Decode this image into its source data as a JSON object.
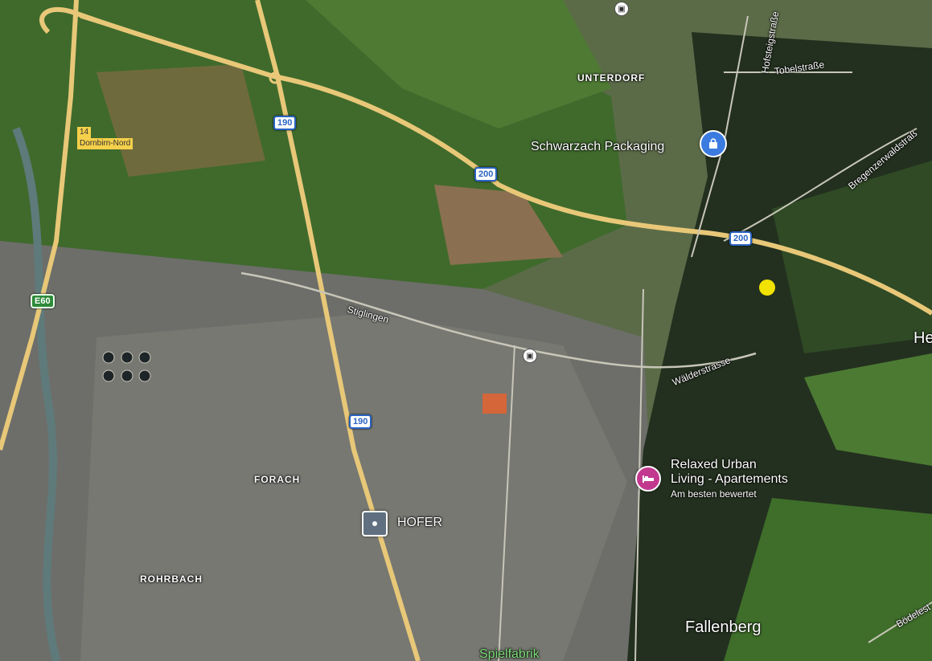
{
  "map": {
    "roads": [
      {
        "id": "190-top",
        "label": "190"
      },
      {
        "id": "190-mid",
        "label": "190"
      },
      {
        "id": "200-a",
        "label": "200"
      },
      {
        "id": "200-b",
        "label": "200"
      },
      {
        "id": "e60",
        "label": "E60"
      }
    ],
    "exit": {
      "number": "14",
      "name": "Dornbirn-Nord"
    },
    "areas": {
      "unterdorf": "UNTERDORF",
      "forach": "FORACH",
      "rohrbach": "ROHRBACH",
      "fallenberg": "Fallenberg",
      "he": "He"
    },
    "streets": {
      "stiglingen": "Stiglingen",
      "waelderstrasse": "Wälderstrasse",
      "hofsteigstrasse": "Hofsteigstraße",
      "tobelstrasse": "Tobelstraße",
      "bregenzerwaldstrasse": "Bregenzerwaldstraß",
      "boedele": "Bödelest"
    },
    "pois": {
      "schwarzach": {
        "name": "Schwarzach Packaging",
        "icon": "shopping-bag-icon",
        "color": "#3b7be0"
      },
      "relaxed": {
        "name_line1": "Relaxed Urban",
        "name_line2": "Living - Apartements",
        "subtitle": "Am besten bewertet",
        "icon": "bed-icon",
        "color": "#c2388f"
      },
      "hofer": {
        "name": "HOFER",
        "icon": "store-icon",
        "color": "#607080"
      },
      "spielfabrik": {
        "name": "Spielfabrik"
      }
    },
    "colors": {
      "road": "#e8c878",
      "marker_yellow": "#f2e200"
    }
  }
}
